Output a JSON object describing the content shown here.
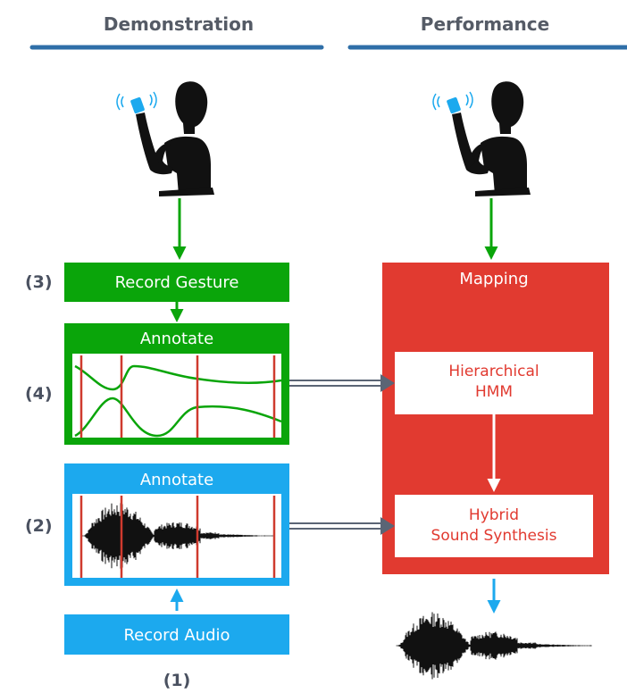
{
  "headers": {
    "demonstration": "Demonstration",
    "performance": "Performance"
  },
  "steps": {
    "step1": "(1)",
    "step2": "(2)",
    "step3": "(3)",
    "step4": "(4)"
  },
  "blocks": {
    "record_gesture": "Record Gesture",
    "annotate_gesture": "Annotate",
    "annotate_audio": "Annotate",
    "record_audio": "Record Audio",
    "mapping": "Mapping",
    "hmm_line1": "Hierarchical",
    "hmm_line2": "HMM",
    "synth_line1": "Hybrid",
    "synth_line2": "Sound Synthesis"
  },
  "colors": {
    "green": "#0aa50a",
    "blue": "#1ca9ee",
    "red": "#e13a30",
    "header_rule": "#2f6fa8",
    "arrow_gray": "#5b6575"
  },
  "icons": {
    "performer": "person-with-phone-icon",
    "waveform": "audio-waveform-icon"
  }
}
